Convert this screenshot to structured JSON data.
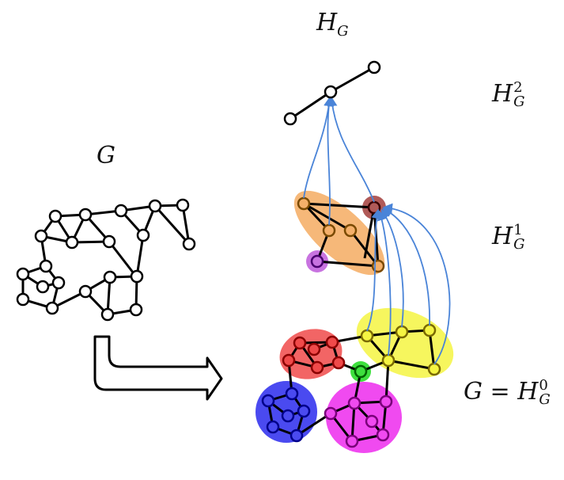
{
  "labels": {
    "hg_top": {
      "main": "H",
      "sub": "G"
    },
    "hg2": {
      "main": "H",
      "sup": "2",
      "sub": "G"
    },
    "g_left": {
      "main": "G"
    },
    "hg1": {
      "main": "H",
      "sup": "1",
      "sub": "G"
    },
    "hg0": {
      "lhs": "G = ",
      "main": "H",
      "sup": "0",
      "sub": "G"
    }
  },
  "colors": {
    "edge": "#000000",
    "node_fill": "#ffffff",
    "arrow": "#4a84d8",
    "cluster_orange": "#f5b06a",
    "cluster_brown": "#b05a58",
    "cluster_purple": "#c873e0",
    "cluster_red": "#f04a4a",
    "cluster_yellow": "#f5f542",
    "cluster_green": "#3ee03e",
    "cluster_blue": "#4a4af0",
    "cluster_magenta": "#f04af0",
    "hollow_arrow": "#000000"
  }
}
